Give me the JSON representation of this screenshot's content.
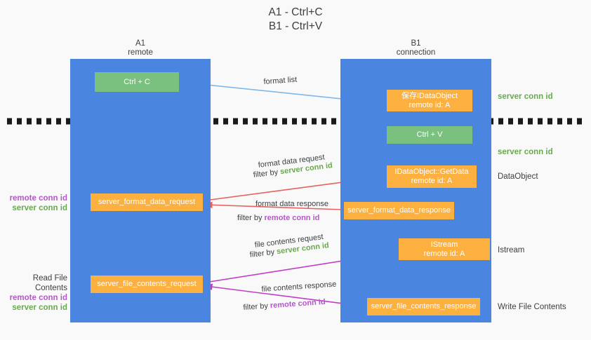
{
  "title": "A1 - Ctrl+C\nB1 - Ctrl+V",
  "columns": {
    "a1": "A1\nremote",
    "b1": "B1\nconnection"
  },
  "boxes": {
    "ctrl_c": "Ctrl + C",
    "save_dataobject": "保存IDataObject\nremote id: A",
    "ctrl_v": "Ctrl + V",
    "getdata": "IDataObject::GetData\nremote id: A",
    "server_format_data_request": "server_format_data_request",
    "server_format_data_response": "server_format_data_response",
    "istream": "IStream\nremote id: A",
    "server_file_contents_request": "server_file_contents_request",
    "server_file_contents_response": "server_file_contents_response"
  },
  "right_notes": {
    "server_conn_id_1": "server conn id",
    "server_conn_id_2": "server conn id",
    "dataobject": "DataObject",
    "istream": "Istream",
    "write_file_contents": "Write File Contents"
  },
  "left_notes": {
    "block1": {
      "remote": "remote conn id",
      "server": "server conn id"
    },
    "block2": {
      "title": "Read File Contents",
      "remote": "remote conn id",
      "server": "server conn id"
    }
  },
  "edges": {
    "format_list": "format list",
    "format_data_request": "format data request",
    "format_data_request_filter_prefix": "filter by ",
    "format_data_request_filter_key": "server conn id",
    "format_data_response": "format data response",
    "format_data_response_filter_prefix": "filter by ",
    "format_data_response_filter_key": "remote conn id",
    "file_contents_request": "file contents request",
    "file_contents_request_filter_prefix": "filter by ",
    "file_contents_request_filter_key": "server conn id",
    "file_contents_response": "file contents response",
    "file_contents_response_filter_prefix": "filter by ",
    "file_contents_response_filter_key": "remote conn id"
  },
  "colors": {
    "lane_blue": "#4a86e0",
    "box_green": "#7ac17f",
    "box_orange": "#fbb040",
    "green_text": "#6aa84f",
    "pink_text": "#b457c9",
    "red_arrow": "#e8615e",
    "magenta_arrow": "#c03ec6",
    "light_blue_arrow": "#7eb7e8",
    "black_arrow": "#111111",
    "background": "#f9f9f9"
  }
}
